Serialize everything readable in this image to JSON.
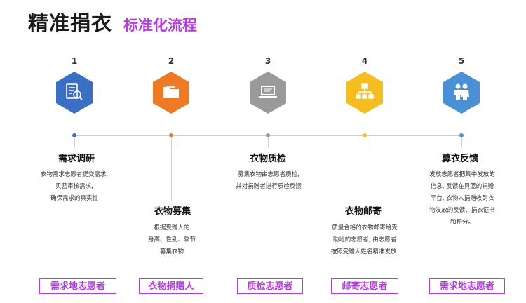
{
  "header": {
    "title": "精准捐衣",
    "subtitle": "标准化流程"
  },
  "steps": [
    {
      "number": "1",
      "title": "需求调研",
      "desc": [
        "衣物需求志愿者提交需求,",
        "贝蓝审核需求,",
        "确保需求的真实性"
      ],
      "role": "需求地志愿者",
      "color": "#3a6fc4",
      "icon": "document-search-icon"
    },
    {
      "number": "2",
      "title": "衣物募集",
      "desc": [
        "根据受赠人的",
        "身高、性别、季节",
        "募集衣物"
      ],
      "role": "衣物捐赠人",
      "color": "#ee7a25",
      "icon": "folder-icon"
    },
    {
      "number": "3",
      "title": "衣物质检",
      "desc": [
        "募集衣物由志愿者质检,",
        "并对捐赠者进行质检反馈"
      ],
      "role": "质检志愿者",
      "color": "#9a9a9a",
      "icon": "laptop-icon"
    },
    {
      "number": "4",
      "title": "衣物邮寄",
      "desc": [
        "质量合格的衣物邮寄给受",
        "助地的志愿者, 由志愿者",
        "按照受赠人姓名精准发放."
      ],
      "role": "邮寄志愿者",
      "color": "#f5bd1f",
      "icon": "network-icon"
    },
    {
      "number": "5",
      "title": "募衣反馈",
      "desc": [
        "发放志愿者把集中发放的",
        "信息, 反馈在贝蓝的捐赠",
        "平台, 衣物人捐赠收到衣",
        "物发放的反馈、捐衣证书",
        "和积分。"
      ],
      "role": "需求地志愿者",
      "color": "#4b8fd6",
      "icon": "people-icon"
    }
  ]
}
